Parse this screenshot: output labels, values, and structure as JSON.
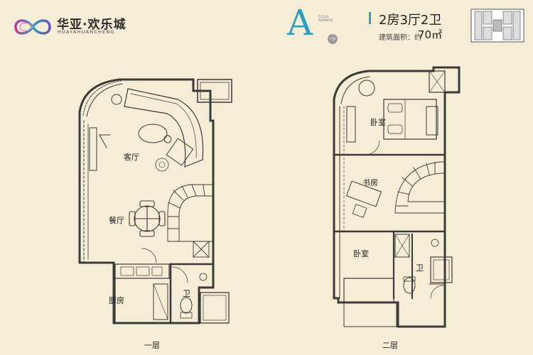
{
  "brand": {
    "name": "华亚·欢乐城",
    "pinyin": "HUAYAHUANCHENG"
  },
  "unit": {
    "letter": "A",
    "sub_line1": "ÉCOLE",
    "sub_line2": "ARMARIS",
    "badge": "户型",
    "type": "2房3厅2卫",
    "area_label": "建筑面积：约",
    "area_value": "70㎡"
  },
  "floor1": {
    "title": "一层",
    "rooms": {
      "living": "客厅",
      "dining": "餐厅",
      "kitchen": "厨房",
      "bath": "卫"
    }
  },
  "floor2": {
    "title": "二层",
    "rooms": {
      "bedroom_top": "卧室",
      "study": "书房",
      "bedroom_bottom": "卧室",
      "bath": "卫"
    }
  },
  "colors": {
    "background": "#f6edd6",
    "accent": "#2f9fc1",
    "wall": "#3a3a3a"
  }
}
